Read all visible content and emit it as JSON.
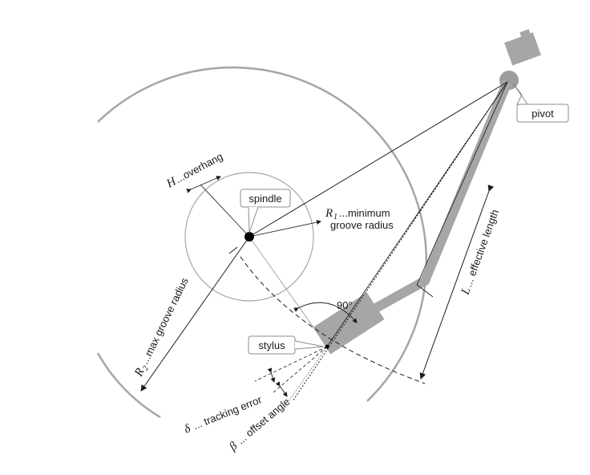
{
  "labels": {
    "pivot": "pivot",
    "spindle": "spindle",
    "stylus": "stylus",
    "overhang_sym": "H",
    "overhang_text": "...overhang",
    "r1_sym": "R",
    "r1_sub": "1",
    "r1_text_line1": "...minimum",
    "r1_text_line2": "groove radius",
    "r2_sym": "R",
    "r2_sub": "2",
    "r2_text": "...max groove radius",
    "l_sym": "L",
    "l_text": "... effective length",
    "angle_90": "90°",
    "delta_sym": "δ",
    "delta_text": "... tracking error",
    "beta_sym": "β",
    "beta_text": "... offset angle"
  },
  "colors": {
    "record_outline": "#a6a6a6",
    "arm_fill": "#a6a6a6",
    "line": "#1a1a1a"
  }
}
